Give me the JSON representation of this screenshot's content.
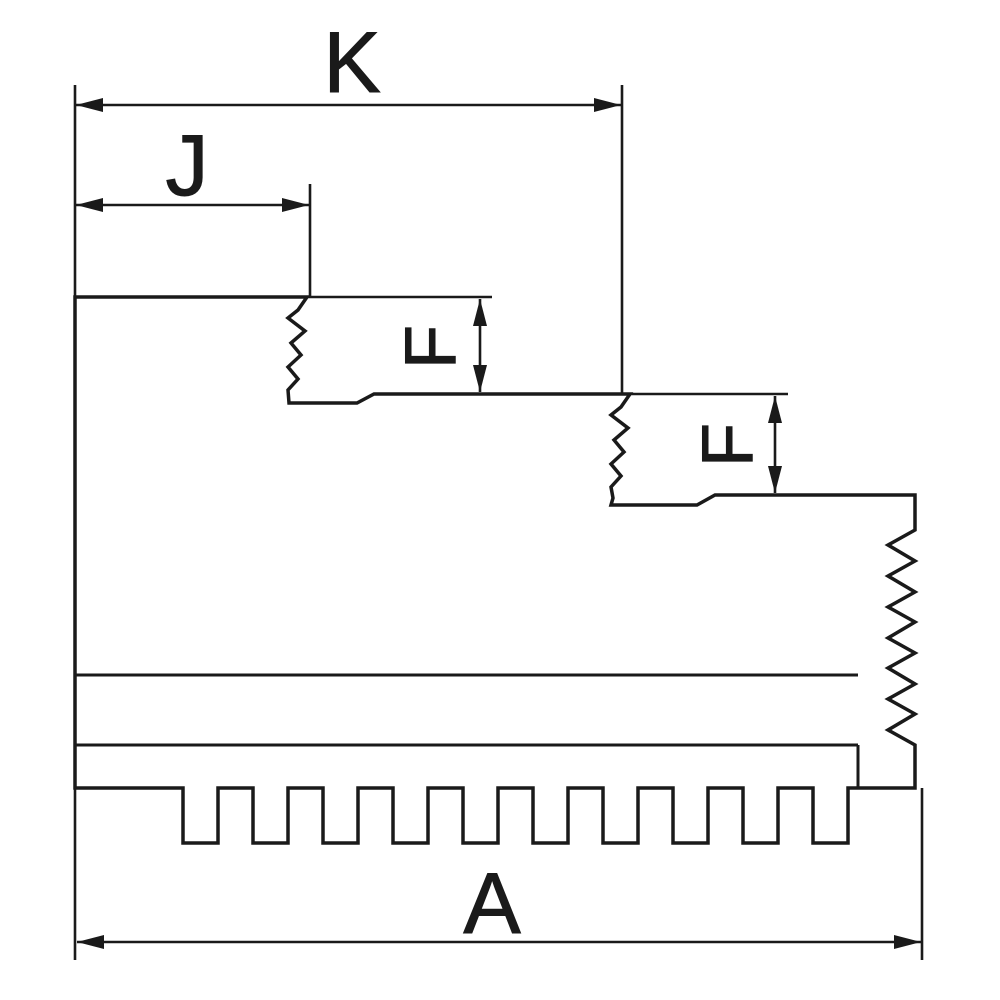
{
  "drawing": {
    "background": "#ffffff",
    "line_color": "#1a1a1a",
    "labels": {
      "K": "K",
      "J": "J",
      "F_upper": "F",
      "F_lower": "F",
      "A": "A"
    }
  }
}
